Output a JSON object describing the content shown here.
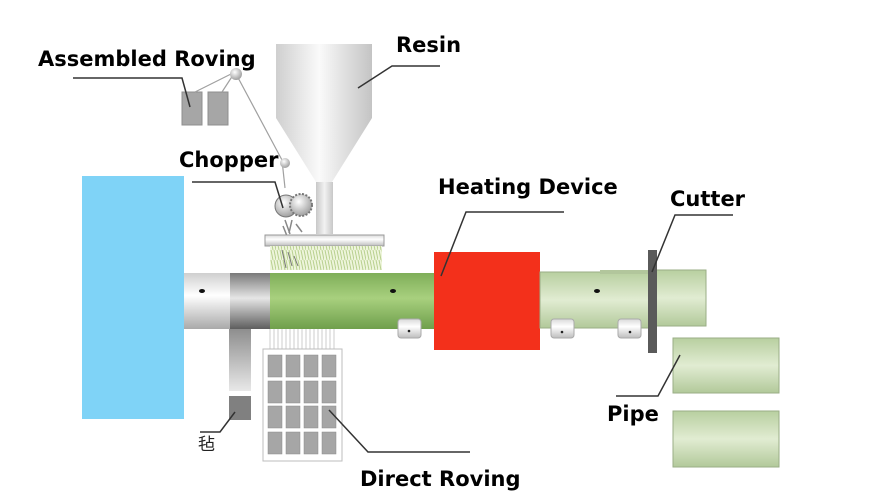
{
  "diagram": {
    "title": "",
    "labels": {
      "assembled_roving": "Assembled Roving",
      "resin": "Resin",
      "chopper": "Chopper",
      "heating_device": "Heating Device",
      "cutter": "Cutter",
      "pipe": "Pipe",
      "direct_roving": "Direct Roving",
      "mat": "毡"
    },
    "components": [
      {
        "id": "machine-body",
        "name": "Machine body",
        "color": "#7fd3f7"
      },
      {
        "id": "resin-hopper",
        "name": "Resin hopper",
        "color": "#e6e6e6"
      },
      {
        "id": "assembled-roving-creel",
        "name": "Assembled roving spools",
        "color": "#a6a6a6"
      },
      {
        "id": "chopper",
        "name": "Chopper rollers",
        "color": "#b3b3b3"
      },
      {
        "id": "mandrel-green",
        "name": "Wet winding section",
        "color": "#8fbb67"
      },
      {
        "id": "heating-device",
        "name": "Heating device",
        "color": "#f3301b"
      },
      {
        "id": "cured-pipe",
        "name": "Cured pipe section",
        "color": "#cfe0bb"
      },
      {
        "id": "cutter",
        "name": "Cutter blade",
        "color": "#555555"
      },
      {
        "id": "direct-roving-creel",
        "name": "Direct roving creel (4x4)",
        "color": "#a6a6a6"
      },
      {
        "id": "mat-roll",
        "name": "Mat feed",
        "color": "#808080"
      },
      {
        "id": "finished-pipes",
        "name": "Finished pipes",
        "color": "#cfe0bb",
        "count": 2
      }
    ]
  }
}
